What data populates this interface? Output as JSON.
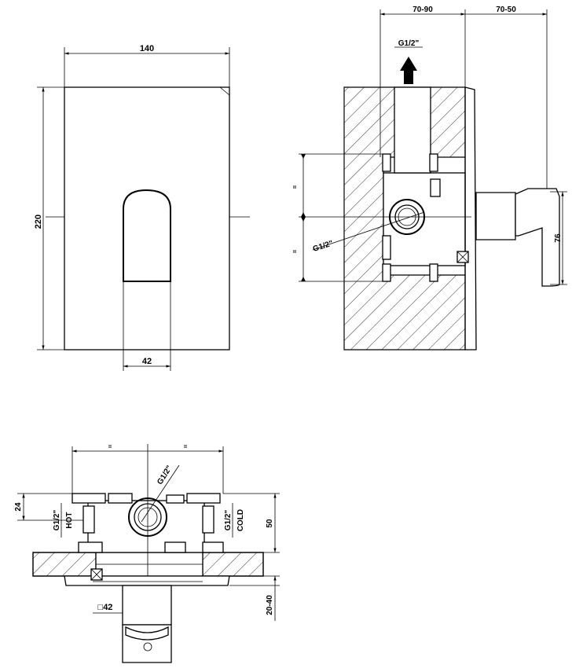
{
  "front_view": {
    "width_label": "140",
    "height_label": "220",
    "handle_width_label": "42"
  },
  "side_view": {
    "wall_depth_label": "70-90",
    "projection_label": "70-50",
    "outlet_label": "G1/2\"",
    "inlet_label": "G1/2\"",
    "spout_height_label": "76",
    "tick_top": "=",
    "tick_bottom": "="
  },
  "top_view": {
    "tick_left": "=",
    "tick_right": "=",
    "outlet_label": "G1/2\"",
    "hot_size_label": "G1/2\"",
    "hot_label": "HOT",
    "cold_size_label": "G1/2\"",
    "cold_label": "COLD",
    "offset_label": "24",
    "body_depth_label": "50",
    "plate_label": "20-40",
    "square_label": "□42"
  }
}
